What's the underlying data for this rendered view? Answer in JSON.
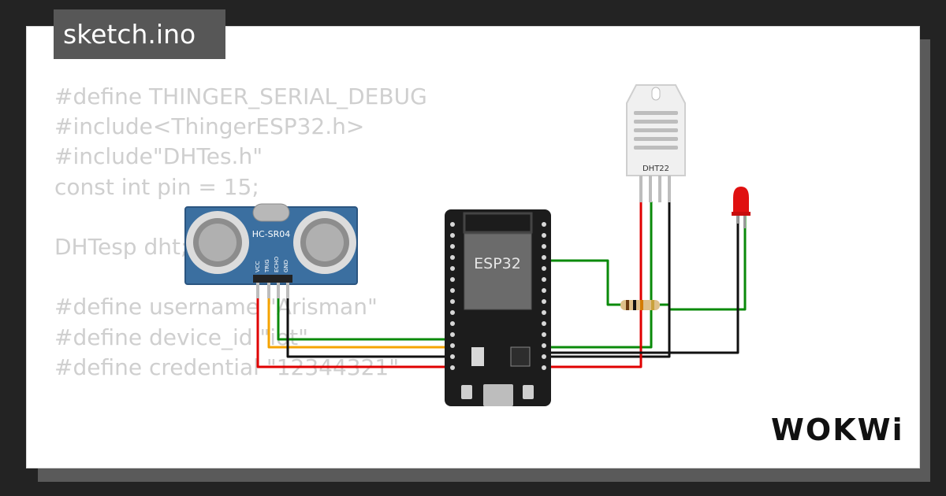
{
  "tab": {
    "filename": "sketch.ino"
  },
  "code_lines": [
    "#define THINGER_SERIAL_DEBUG",
    "#include<ThingerESP32.h>",
    "#include\"DHTes.h\"",
    "const int pin = 15;",
    "",
    "DHTesp dht;",
    "",
    "#define username \"Arisman\"",
    "#define device_id \"iot\"",
    "#define credential \"12344321\""
  ],
  "components": {
    "ultrasonic": {
      "label": "HC-SR04",
      "pins": [
        "VCC",
        "TRIG",
        "ECHO",
        "GND"
      ]
    },
    "mcu": {
      "label": "ESP32"
    },
    "sensor": {
      "label": "DHT22"
    }
  },
  "logo": {
    "text": "WOKWi"
  },
  "colors": {
    "background": "#232323",
    "card": "#ffffff",
    "tab": "#575757",
    "code_text": "#cfcfcf",
    "wire_green": "#0a8a0a",
    "wire_orange": "#f5a300",
    "wire_black": "#111111",
    "wire_red": "#e00000",
    "board": "#1c1c1c",
    "sensor_board": "#3b6fa0",
    "led": "#e01010"
  }
}
